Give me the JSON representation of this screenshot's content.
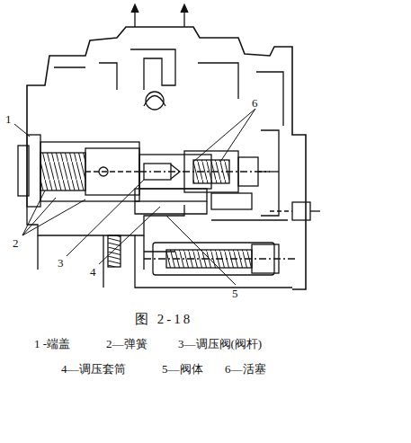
{
  "diagram": {
    "caption": "图 2-18",
    "labels": [
      "1",
      "2",
      "3",
      "4",
      "5",
      "6",
      "1 -端盖",
      "2—弹簧",
      "3—调压阀(阀杆)",
      "4—调压套筒",
      "5—阀体",
      "6—活塞"
    ]
  }
}
